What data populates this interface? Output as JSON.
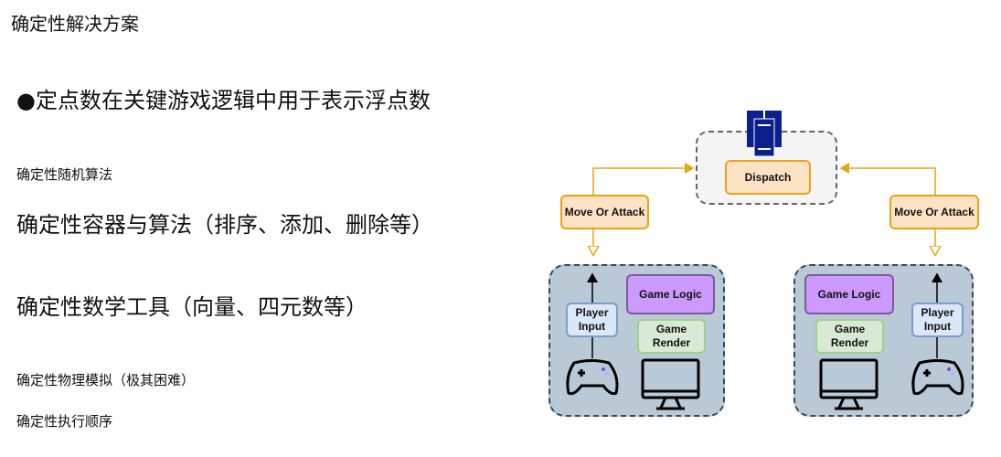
{
  "slide": {
    "title": "确定性解决方案",
    "bullet_main": "●定点数在关键游戏逻辑中用于表示浮点数",
    "item_random": "确定性随机算法",
    "item_containers": "确定性容器与算法（排序、添加、删除等）",
    "item_math": "确定性数学工具（向量、四元数等）",
    "item_physics": "确定性物理模拟（极其困难）",
    "item_order": "确定性执行顺序"
  },
  "diagram": {
    "dispatch": "Dispatch",
    "move_left": "Move Or Attack",
    "move_right": "Move Or Attack",
    "left": {
      "game_logic": "Game Logic",
      "game_render": "Game Render",
      "player_input": "Player Input"
    },
    "right": {
      "game_logic": "Game Logic",
      "game_render": "Game Render",
      "player_input": "Player Input"
    },
    "colors": {
      "arrow": "#e6a514",
      "server": "#0b1f8f"
    }
  }
}
